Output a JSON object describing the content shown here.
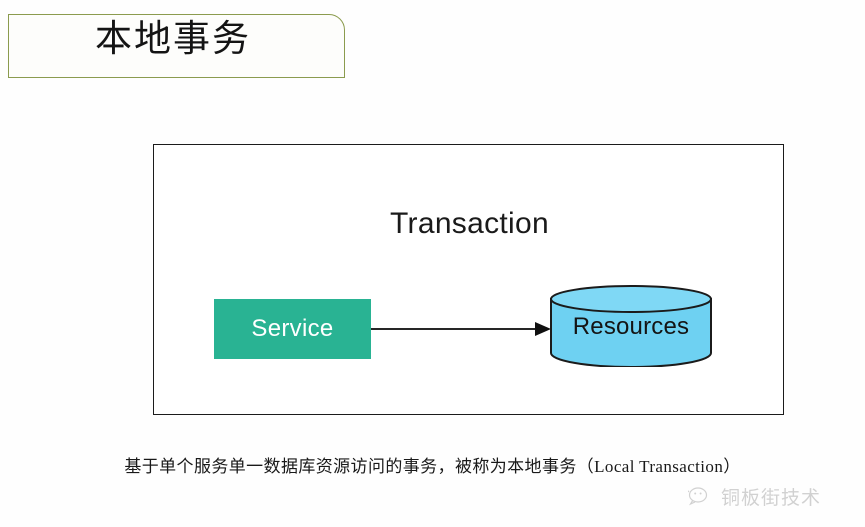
{
  "slide": {
    "title": "本地事务",
    "caption": "基于单个服务单一数据库资源访问的事务，被称为本地事务（Local Transaction）"
  },
  "diagram": {
    "container_label": "Transaction",
    "service": {
      "label": "Service",
      "color": "#29b393",
      "text_color": "#ffffff"
    },
    "resources": {
      "label": "Resources",
      "color": "#6ed1f2",
      "stroke": "#1b1b1b",
      "shape": "cylinder"
    },
    "arrow": {
      "from": "Service",
      "to": "Resources",
      "color": "#262626",
      "direction": "right"
    },
    "frame_stroke": "#1b1b1b"
  },
  "theme": {
    "title_border": "#8b9b4e",
    "background": "#fefefe",
    "text": "#141414"
  },
  "watermark": {
    "label": "铜板街技术",
    "icon": "wechat-icon"
  }
}
